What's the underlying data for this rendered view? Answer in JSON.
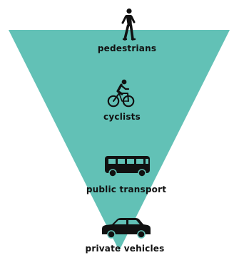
{
  "colors": {
    "triangle": "#62C1B6",
    "ink": "#111111",
    "background": "#FFFFFF"
  },
  "levels": [
    {
      "label": "pedestrians",
      "icon": "pedestrian-icon"
    },
    {
      "label": "cyclists",
      "icon": "cyclist-icon"
    },
    {
      "label": "public transport",
      "icon": "bus-icon"
    },
    {
      "label": "private vehicles",
      "icon": "car-icon"
    }
  ]
}
